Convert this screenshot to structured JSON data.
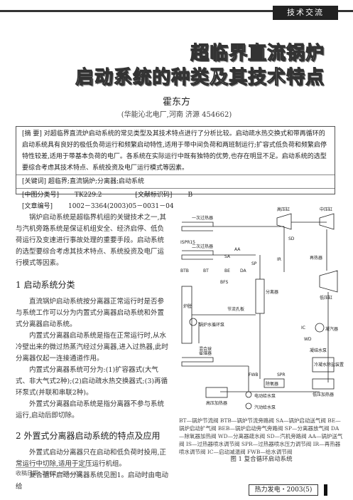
{
  "header": {
    "section_tag": "技术交流"
  },
  "article": {
    "title_line1": "超临界直流锅炉",
    "title_line2": "启动系统的种类及其技术特点",
    "author": "霍东方",
    "affiliation": "(华能沁北电厂,河南 济源   454662)"
  },
  "abstract": {
    "label": "[摘   要]",
    "text": "对超临界直流炉启动系统的常见类型及其技术特点进行了分析比较。启动疏水热交换式和带再循环的启动系统具有良好的极低负荷运行和频繁启动特性,适用于带中间负荷和两班制运行;扩容式低负荷和频繁启停特性较差,适用于带基本负荷的电厂。各系统在实际运行中既有独特的优势,也存在明显不足。启动系统的选型要综合考虑其技术特点、系统投资及电厂运行模式等因素。",
    "keywords_label": "[关键词]",
    "keywords": "超临界;直流锅炉;分离器;启动系统",
    "clc_label": "[中图分类号]",
    "clc": "TK229.2",
    "doc_label": "[文献标识码]",
    "doc": "B",
    "article_no_label": "[文章编号]",
    "article_no": "1002－3364(2003)05－0031－04"
  },
  "intro": {
    "p1": "锅炉启动系统是超临界机组的关键技术之一,其与汽机旁路系统是保证机组安全、经济启停、低负荷运行及变速进行事故处理的重要手段。启动系统的选型要综合考虑其技术特点、系统投资及电厂运行模式等因素。"
  },
  "section1": {
    "heading": "1   启动系统分类",
    "p1": "直流锅炉启动系统按分离器正常运行时是否参与系统工作可以分为内置式分离器启动系统和外置式分离器启动系统。",
    "p2": "内置式分离器启动系统是指在正常运行时,从水冷壁出来的微过热蒸汽经过分离器,进入过热器,此时分离器仅起一连接通道作用。",
    "p3": "内置式分离器系统可分为:(1)扩容器式(大气式、非大气式2种);(2)启动疏水热交换器式;(3)再循环泵式(并联和串联2种)。",
    "p4": "外置式分离器启动系统是指分离器不参与系统运行,启动后即切除。"
  },
  "section2": {
    "heading": "2   外置式分离器启动系统的特点及应用",
    "p1": "外置式启动分离器只在启动和低负荷时投用,正常运行中切除,适用于定压运行机组。",
    "p2": "复合循环启动分离器系统见图1。启动时由电动给"
  },
  "figure": {
    "labels": {
      "hp_cyl": "高压缸",
      "ip_cyl": "中压缸",
      "sh1": "一次过热器",
      "ispr15": "ISPR15",
      "sh2": "二次过热器",
      "aa": "AA",
      "sa": "SA",
      "sd": "SD",
      "sp": "SP",
      "ir": "IR",
      "reheater": "再热器",
      "btb": "BTB",
      "bt": "BT",
      "be": "BE",
      "da": "DA",
      "bfs": "BFS",
      "separator": "分离器",
      "lp_cyl": "低压缸",
      "orifice": "节流孔板",
      "ww_circ": "锅炉水循环泵",
      "furnace": "炉膛",
      "mixer": "混合球",
      "economizer": "省煤器",
      "ic": "IC",
      "condenser": "凝汽器",
      "wd": "WD",
      "cond_pump": "凝结水泵",
      "hp_heater": "高压加热器",
      "deaerator": "除氧器",
      "lp_heater": "低压加热器",
      "polish": "冷凝水除盐装置",
      "fwb": "FWB",
      "spr": "SPR",
      "bfp": "电动给水泵",
      "turbine_fwp": "汽动给水泵"
    },
    "legend": "BT—锅炉节流阀  BTB—锅炉节流旁路阀  SA—锅炉启动送气阀  BE—锅炉启动扩气阀  BEB—锅炉启动旁气旁路阀  SP—分离器放气阀  DA—除氧器加热阀  WD—分离器疏水阀  SD—汽机旁路阀  AA—锅炉送气阀  IS—过热器喷水调节阀  SPR—过热器喷水压力调节阀  IR—再热器喷水调节阀  IC—启动减温阀  FWB—给水调节阀",
    "caption": "图 1   复合循环启动系统"
  },
  "footer": {
    "received": "收稿日期:   2002－08－02",
    "journal": "热力发电・2003(5)"
  }
}
